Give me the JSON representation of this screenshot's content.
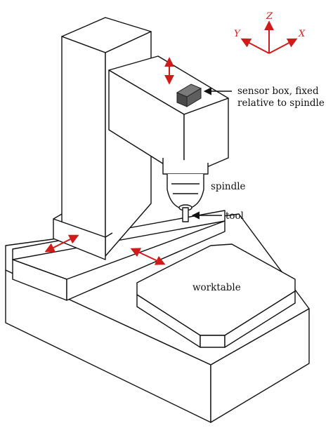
{
  "axes": {
    "z_label": "Z",
    "y_label": "Y",
    "x_label": "X",
    "color": "#d11a1a"
  },
  "labels": {
    "sensor_line1": "sensor box, fixed",
    "sensor_line2": "relative to spindle",
    "spindle": "spindle",
    "tool": "tool",
    "worktable": "worktable"
  },
  "colors": {
    "outline": "#111111",
    "sensor_box": "#5a5a5a",
    "motion_arrows": "#d11a1a"
  }
}
